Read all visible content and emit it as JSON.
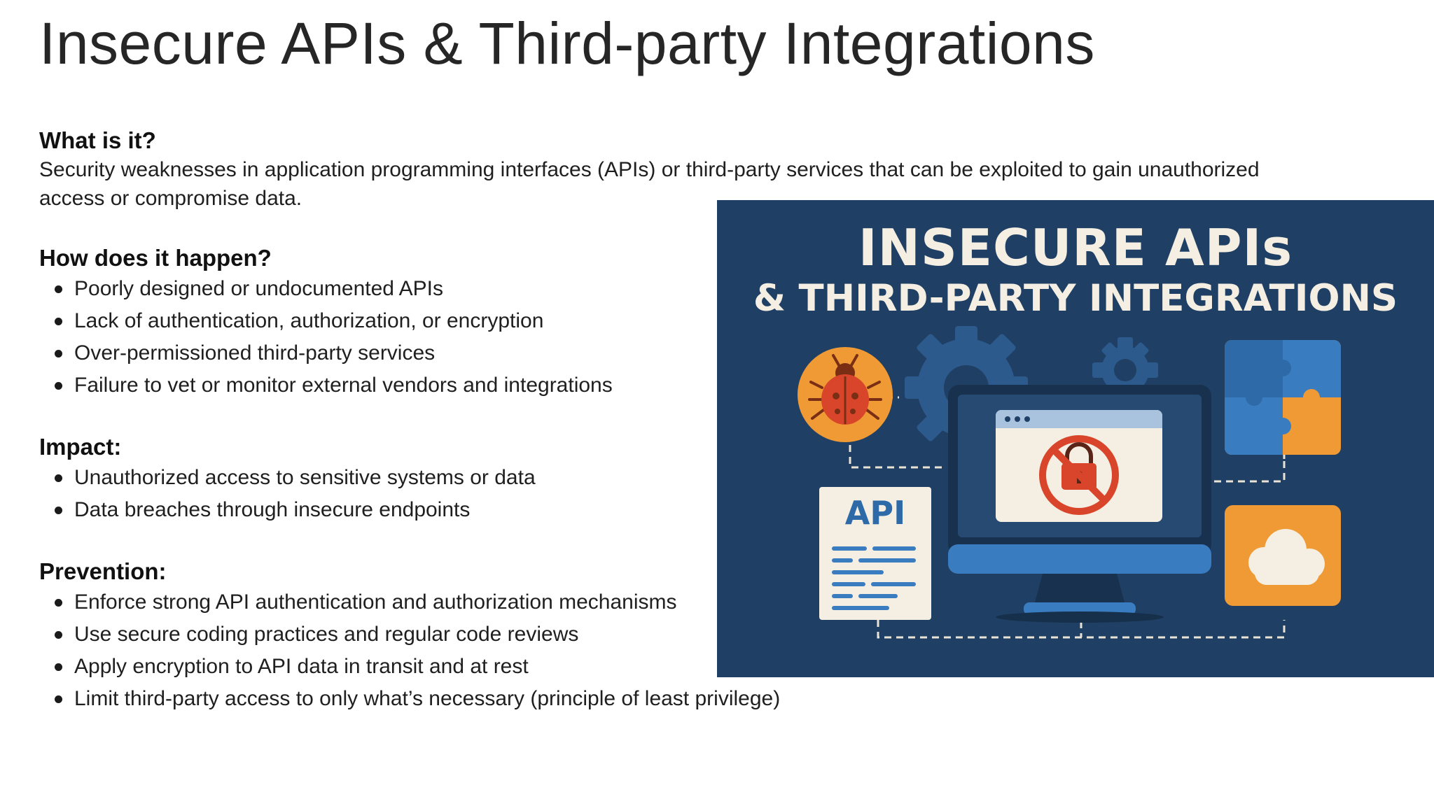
{
  "slide": {
    "title": "Insecure APIs & Third-party Integrations"
  },
  "sections": {
    "what": {
      "heading": "What is it?",
      "body": "Security weaknesses in application programming interfaces (APIs) or third-party services that can be exploited to gain unauthorized access or compromise data."
    },
    "how": {
      "heading": "How does it happen?",
      "items": [
        "Poorly designed or undocumented APIs",
        "Lack of authentication, authorization, or encryption",
        "Over-permissioned third-party services",
        "Failure to vet or monitor external vendors and integrations"
      ]
    },
    "impact": {
      "heading": "Impact:",
      "items": [
        "Unauthorized access to sensitive systems or data",
        "Data breaches through insecure endpoints"
      ]
    },
    "prevention": {
      "heading": "Prevention:",
      "items": [
        "Enforce strong API authentication and authorization mechanisms",
        "Use secure coding practices and regular code reviews",
        "Apply encryption to API data in transit and at rest",
        "Limit third-party access to only what’s necessary (principle of least privilege)"
      ]
    }
  },
  "illustration": {
    "title_line1": "INSECURE APIs",
    "title_line2": "& THIRD-PARTY INTEGRATIONS",
    "api_doc_label": "API",
    "icons": [
      "bug-icon",
      "gear-icon",
      "puzzle-icon",
      "monitor-icon",
      "blocked-lock-icon",
      "api-document-icon",
      "cloud-icon"
    ],
    "colors": {
      "background": "#1f3f64",
      "accent_orange": "#ef9a35",
      "accent_blue": "#3a7cc0",
      "alert_red": "#d9452b",
      "cream": "#f4efe2"
    }
  }
}
